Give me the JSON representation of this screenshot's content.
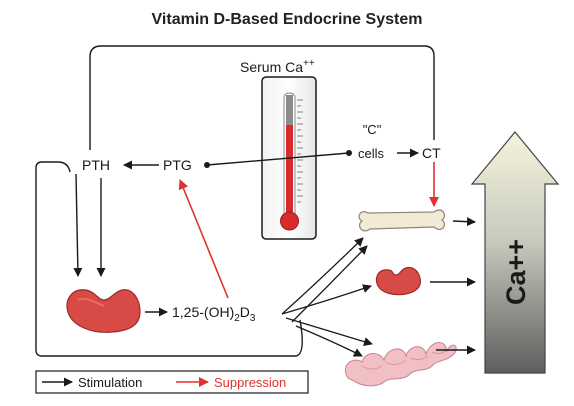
{
  "diagram": {
    "title": "Vitamin D-Based Endocrine System",
    "nodes": {
      "serum": "Serum Ca",
      "serum_sup": "++",
      "pth": "PTH",
      "ptg": "PTG",
      "c_quote": "\"C\"",
      "c_cells": "cells",
      "ct": "CT",
      "vit_a": "1,25-(OH)",
      "vit_sub1": "2",
      "vit_b": "D",
      "vit_sub2": "3",
      "ca_arrow": "Ca++"
    },
    "organs": {
      "kidney": "kidney-icon",
      "bone": "bone-icon",
      "small_kidney": "kidney-icon",
      "intestine": "intestine-icon"
    },
    "legend": {
      "stimulation": "Stimulation",
      "suppression": "Suppression"
    },
    "colors": {
      "stimulation": "#1a1a1a",
      "suppression": "#e0322e",
      "organ": "#d84a46",
      "bone": "#f1ead6",
      "intestine": "#f2bfc4"
    }
  }
}
